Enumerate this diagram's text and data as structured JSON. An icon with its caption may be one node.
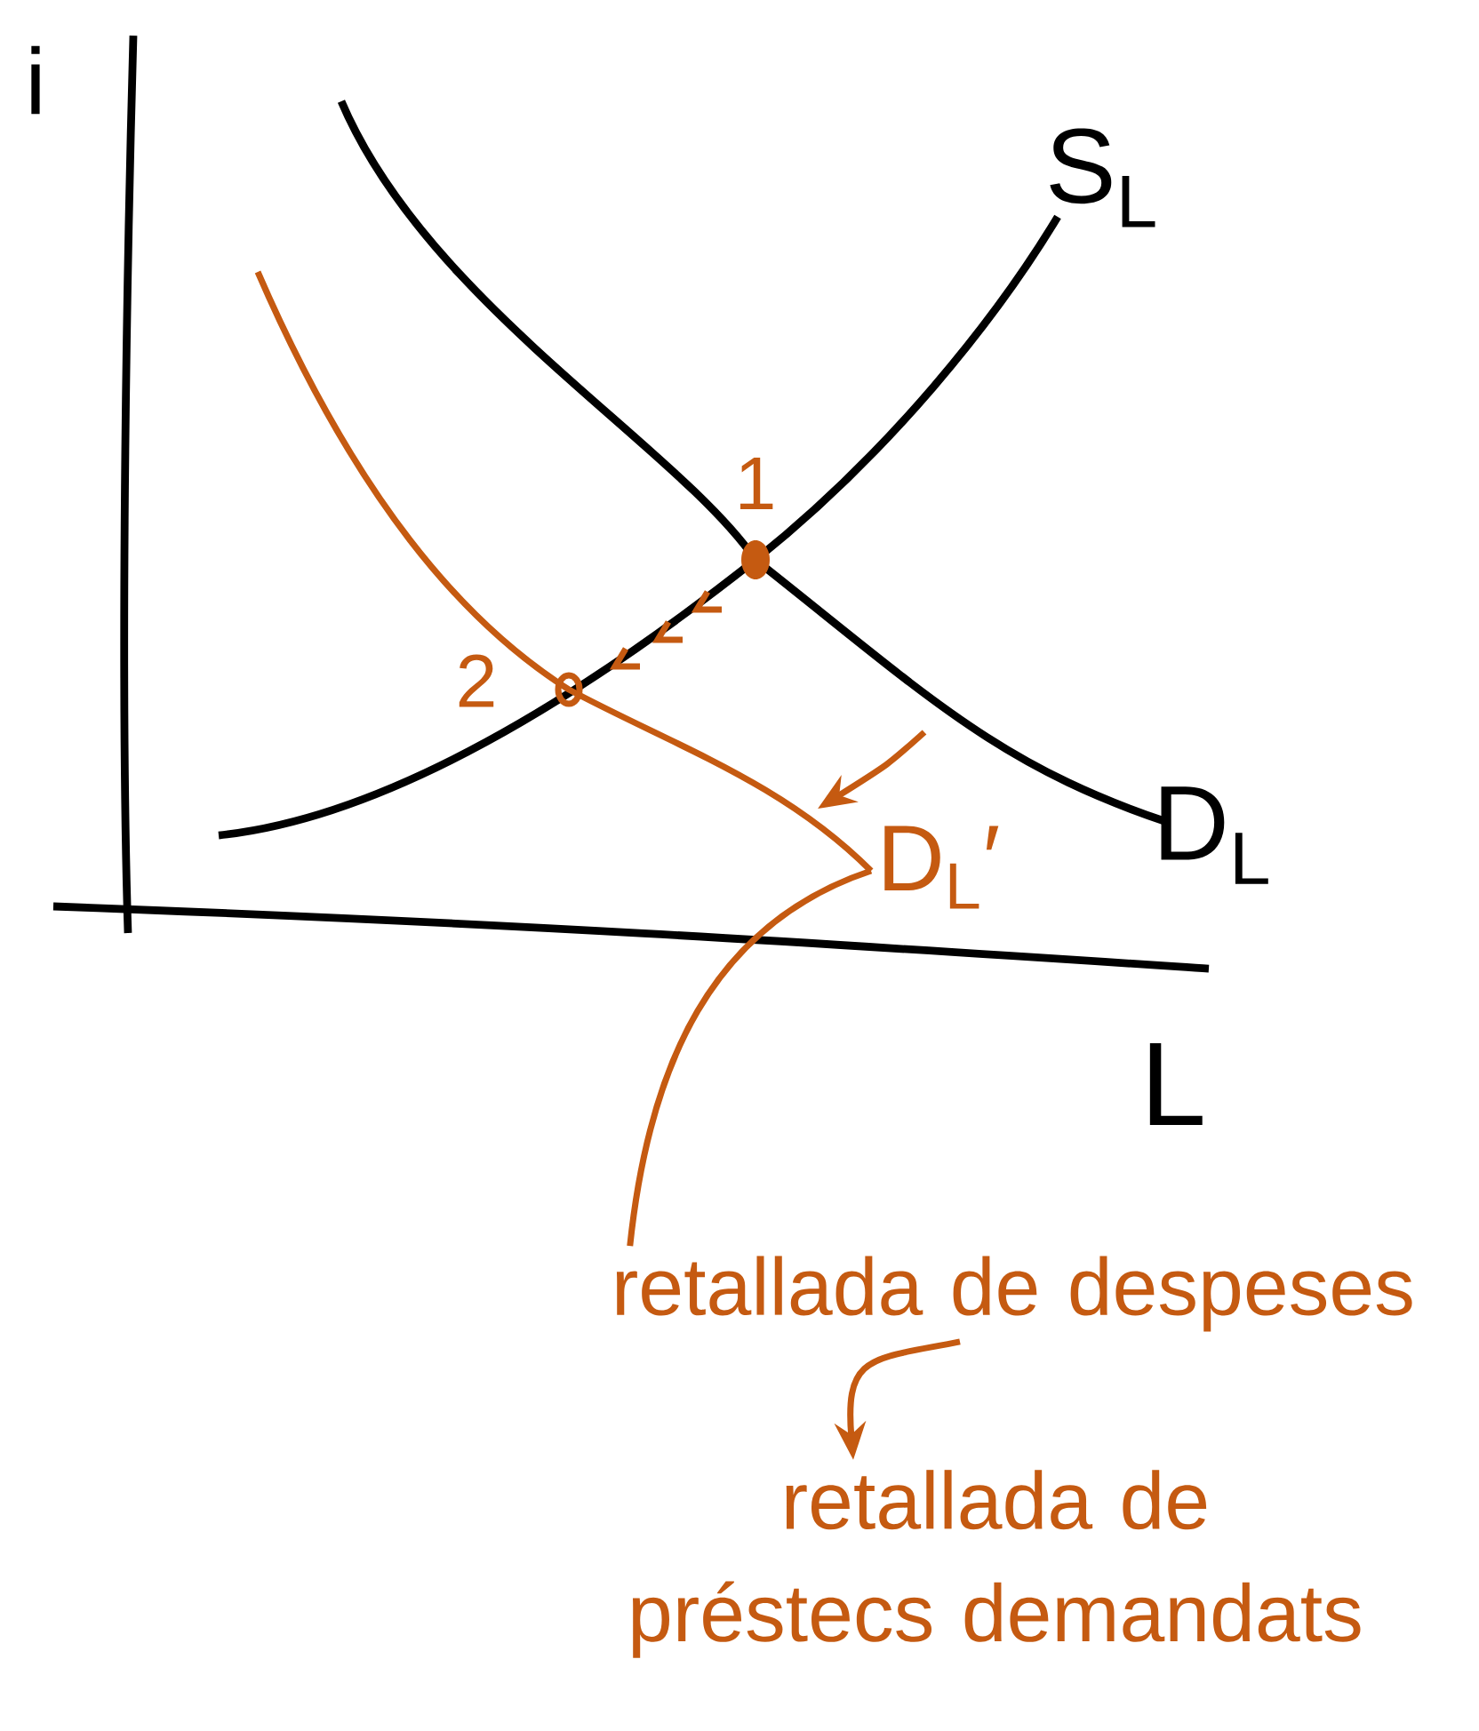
{
  "diagram": {
    "nodes": [
      {
        "text": [
          "retallada de despeses"
        ]
      },
      {
        "text": [
          "retallada de préstecs demandats"
        ]
      },
      {
        "text": [],
        "shape": "curve"
      }
    ],
    "edges": [
      {
        "from": 0,
        "to": 2,
        "arrow": "none",
        "color": "#c55a11"
      },
      {
        "from": 0,
        "to": 1,
        "arrow": "to",
        "color": "#c55a11"
      }
    ],
    "labels": [
      "i",
      "S$_{L}$",
      "1",
      "2",
      "D$_{L}$",
      "D$_{L}$′",
      "L"
    ]
  }
}
